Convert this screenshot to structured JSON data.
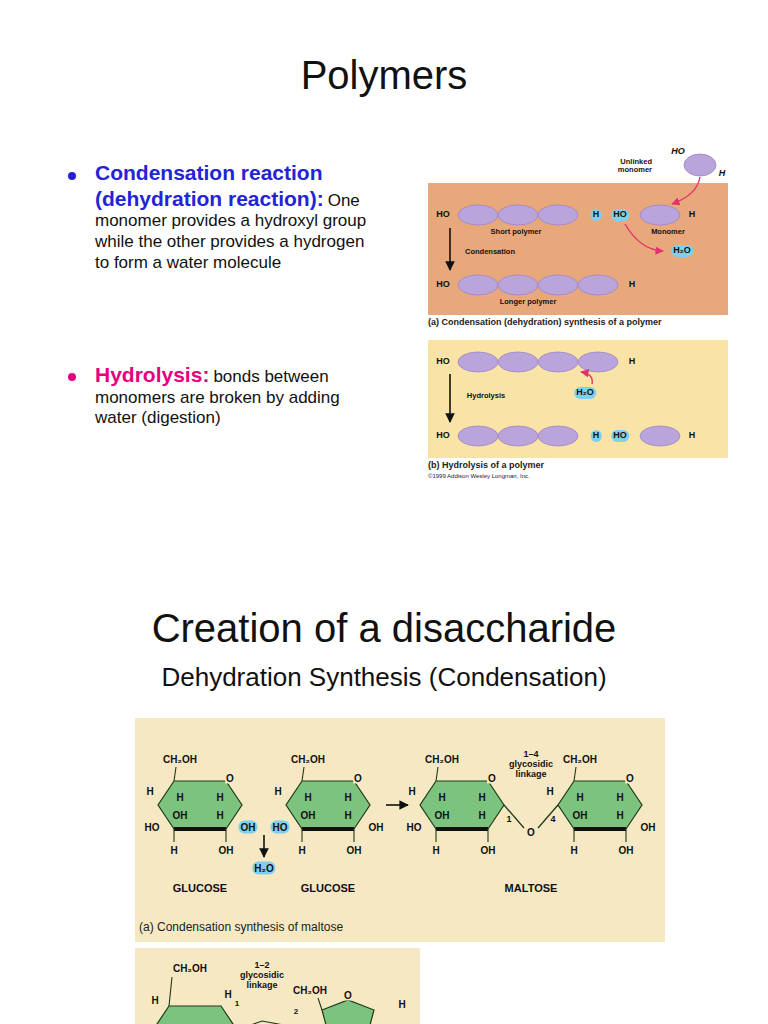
{
  "diagram": {
    "title": "Polymers",
    "nodes": [
      {
        "text": [
          "(a) Condensation (dehydration) synthesis of a polymer"
        ]
      },
      {
        "text": [
          "(b) Hydrolysis of a polymer",
          "©1999 Addison Wesley Longman, Inc."
        ]
      },
      {
        "text": [
          "(a) Condensation synthesis of maltose"
        ]
      }
    ],
    "labels": [
      "Condensation reaction (dehydration reaction):",
      "One monomer provides a hydroxyl group while the other provides a hydrogen to form a water molecule",
      "Hydrolysis:",
      "bonds between monomers are broken by adding water (digestion)",
      "HO",
      "H",
      "Unlinked monomer",
      "HO",
      "H",
      "HO",
      "H",
      "Short polymer",
      "Monomer",
      "H₂O",
      "Condensation",
      "HO",
      "H",
      "Longer polymer",
      "HO",
      "H",
      "H₂O",
      "Hydrolysis",
      "HO",
      "H",
      "HO",
      "H",
      "Creation of a disaccharide",
      "Dehydration Synthesis (Condensation)",
      "CH₂OH",
      "O",
      "H",
      "H",
      "OH",
      "H",
      "H",
      "H",
      "OH",
      "HO",
      "OH",
      "CH₂OH",
      "O",
      "H",
      "H",
      "OH",
      "H",
      "H",
      "H",
      "OH",
      "HO",
      "OH",
      "H₂O",
      "GLUCOSE",
      "GLUCOSE",
      "CH₂OH",
      "O",
      "H",
      "H",
      "OH",
      "H",
      "H",
      "H",
      "OH",
      "HO",
      "1–4 glycosidic linkage",
      "1",
      "O",
      "4",
      "CH₂OH",
      "O",
      "H",
      "H",
      "OH",
      "H",
      "H",
      "H",
      "OH",
      "OH",
      "MALTOSE",
      "CH₂OH",
      "1–2 glycosidic linkage",
      "H",
      "H",
      "1",
      "2",
      "CH₂OH",
      "O",
      "H"
    ]
  }
}
